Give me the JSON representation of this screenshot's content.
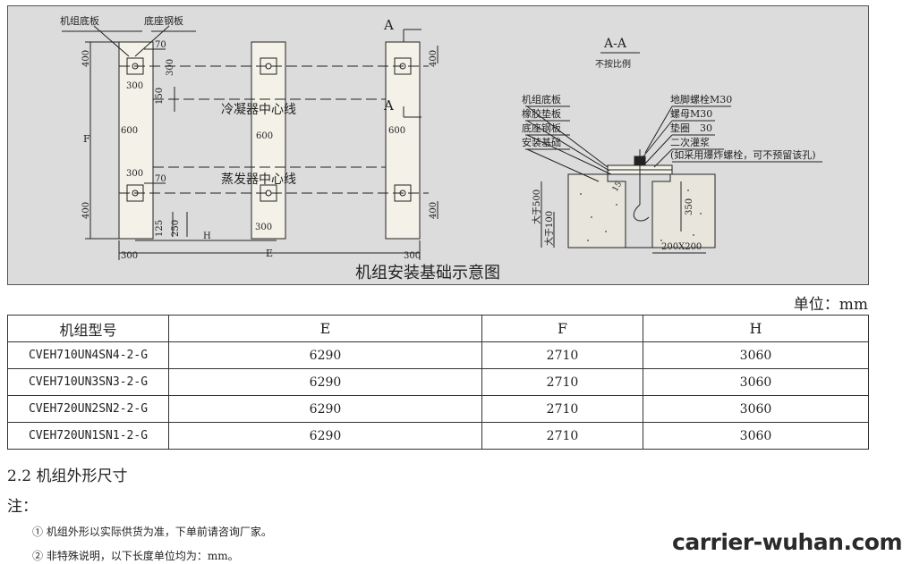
{
  "drawing": {
    "title": "机组安装基础示意图",
    "section_mark": "A",
    "section_title": "A-A",
    "section_note": "不按比例",
    "left_callouts": [
      "机组底板",
      "底座钢板"
    ],
    "center_lines": [
      "冷凝器中心线",
      "蒸发器中心线"
    ],
    "detail_callouts_left": [
      "机组底板",
      "橡胶垫板",
      "底座钢板",
      "安装基础"
    ],
    "detail_callouts_right": [
      "地脚螺栓M30",
      "螺母M30",
      "垫圈　30",
      "二次灌浆",
      "(如采用爆炸螺栓，可不预留该孔)"
    ],
    "dims": {
      "d70": "70",
      "d400": "400",
      "d300": "300",
      "d600": "600",
      "d150": "150",
      "d125": "125",
      "d250": "250",
      "dF": "F",
      "dH": "H",
      "dE": "E",
      "d500": "大于500",
      "d100": "大于100",
      "d15": "15",
      "d350": "350",
      "d200x200": "200X200"
    }
  },
  "unit_label": "单位：mm",
  "table": {
    "headers": [
      "机组型号",
      "E",
      "F",
      "H"
    ],
    "rows": [
      [
        "CVEH710UN4SN4-2-G",
        "6290",
        "2710",
        "3060"
      ],
      [
        "CVEH710UN3SN3-2-G",
        "6290",
        "2710",
        "3060"
      ],
      [
        "CVEH720UN2SN2-2-G",
        "6290",
        "2710",
        "3060"
      ],
      [
        "CVEH720UN1SN1-2-G",
        "6290",
        "2710",
        "3060"
      ]
    ]
  },
  "section_heading": "2.2 机组外形尺寸",
  "notes_label": "注：",
  "notes": [
    "① 机组外形以实际供货为准，下单前请咨询厂家。",
    "② 非特殊说明，以下长度单位均为：mm。"
  ],
  "watermark": "carrier-wuhan.com"
}
